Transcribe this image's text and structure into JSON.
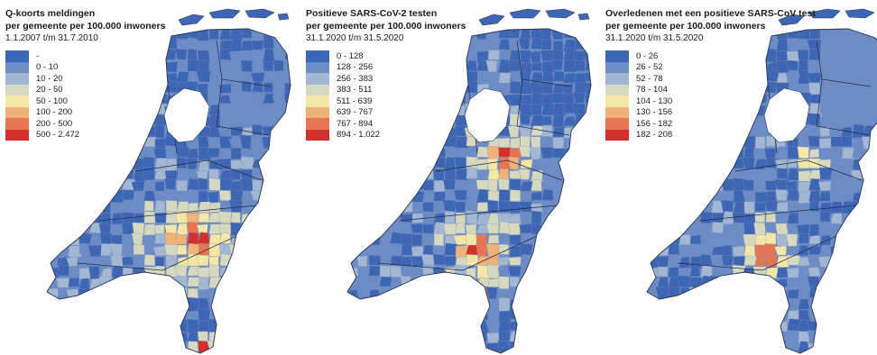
{
  "colors": {
    "water": "#ffffff",
    "border": "#2b3a55",
    "province_border": "#1f2940"
  },
  "panels": [
    {
      "title": "Q-koorts meldingen",
      "subtitle": "per gemeente per 100.000 inwoners",
      "period": "1.1.2007 t/m 31.7.2010",
      "legend": [
        {
          "label": "-",
          "color": "#3d67b5"
        },
        {
          "label": "0 - 10",
          "color": "#6b8cc6"
        },
        {
          "label": "10 - 20",
          "color": "#a3b6d4"
        },
        {
          "label": "20 - 50",
          "color": "#d6d9bf"
        },
        {
          "label": "50 - 100",
          "color": "#f3e6a6"
        },
        {
          "label": "100 - 200",
          "color": "#f1b277"
        },
        {
          "label": "200 - 500",
          "color": "#e77552"
        },
        {
          "label": "500 - 2.472",
          "color": "#d2302c"
        }
      ]
    },
    {
      "title": "Positieve SARS-CoV-2 testen",
      "subtitle": "per gemeente per 100.000 inwoners",
      "period": "31.1.2020 t/m 31.5.2020",
      "legend": [
        {
          "label": "0 - 128",
          "color": "#3d67b5"
        },
        {
          "label": "128 - 256",
          "color": "#6b8cc6"
        },
        {
          "label": "256 - 383",
          "color": "#a3b6d4"
        },
        {
          "label": "383 - 511",
          "color": "#d6d9bf"
        },
        {
          "label": "511 - 639",
          "color": "#f3e6a6"
        },
        {
          "label": "639 - 767",
          "color": "#f1b277"
        },
        {
          "label": "767 - 894",
          "color": "#e77552"
        },
        {
          "label": "894 - 1.022",
          "color": "#d2302c"
        }
      ]
    },
    {
      "title": "Overledenen met een positieve SARS-CoV test",
      "subtitle": "per gemeente per 100.000 inwoners",
      "period": "31.1.2020 t/m 31.5.2020",
      "legend": [
        {
          "label": "0 - 26",
          "color": "#3d67b5"
        },
        {
          "label": "26 - 52",
          "color": "#6b8cc6"
        },
        {
          "label": "52 - 78",
          "color": "#a3b6d4"
        },
        {
          "label": "78 - 104",
          "color": "#d6d9bf"
        },
        {
          "label": "104 - 130",
          "color": "#f3e6a6"
        },
        {
          "label": "130 - 156",
          "color": "#f1b277"
        },
        {
          "label": "156 - 182",
          "color": "#e77552"
        },
        {
          "label": "182 - 208",
          "color": "#d2302c"
        }
      ]
    }
  ]
}
